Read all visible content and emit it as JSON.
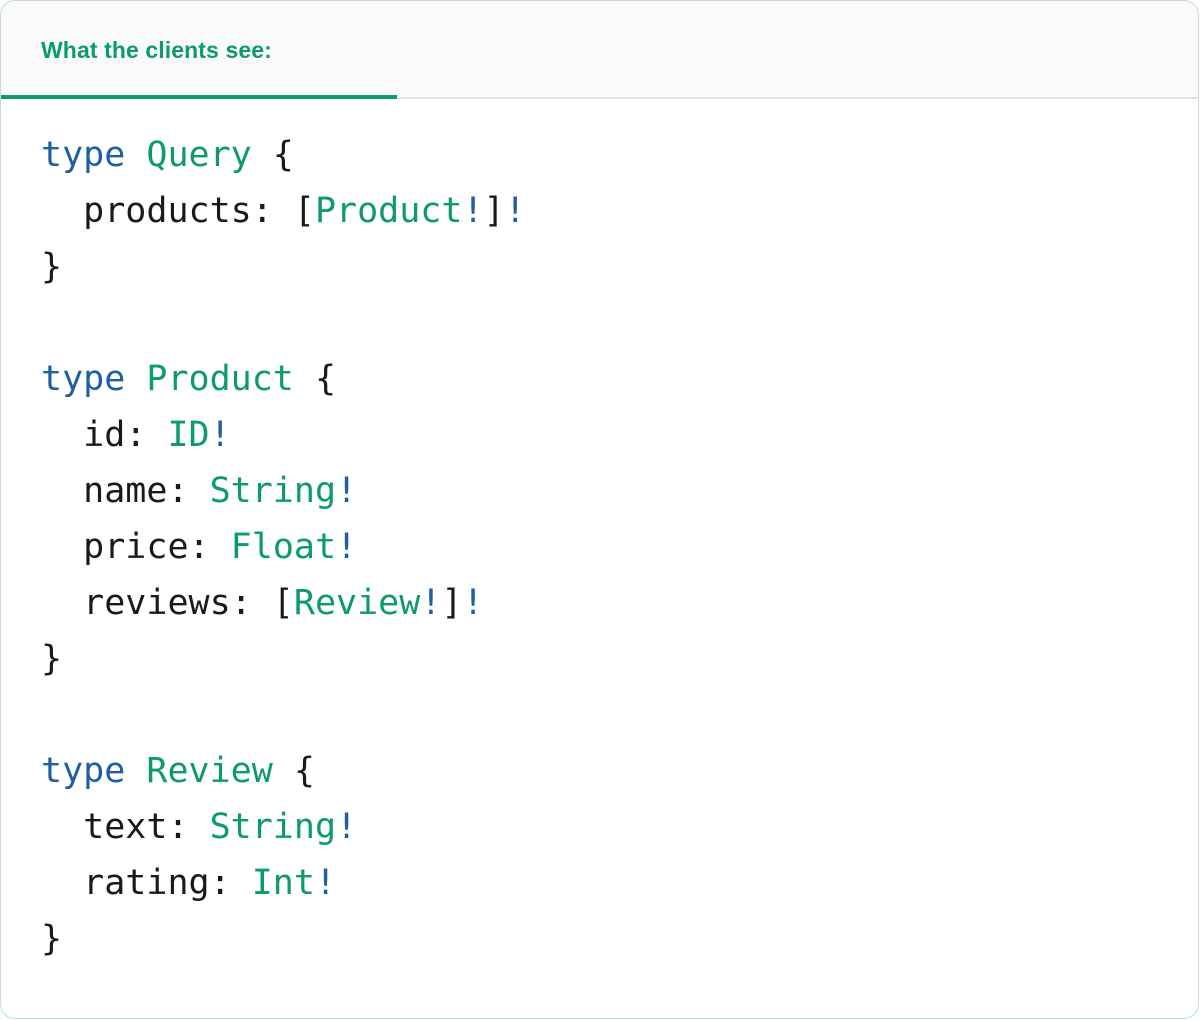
{
  "card": {
    "border_color": "#bfe0ce",
    "background": "#ffffff"
  },
  "tabs": {
    "active_index": 0,
    "items": [
      {
        "label": "What the clients see:"
      }
    ],
    "accent_color": "#0d9a6c",
    "divider_color": "#e4e4e4",
    "bar_background": "#fafafa"
  },
  "code": {
    "language": "graphql",
    "colors": {
      "keyword": "#1f5fa0",
      "type_name": "#0d9a6c",
      "non_null_bang": "#1f5fa0",
      "plain": "#1a1a1a"
    },
    "text": "type Query {\n  products: [Product!]!\n}\n\ntype Product {\n  id: ID!\n  name: String!\n  price: Float!\n  reviews: [Review!]!\n}\n\ntype Review {\n  text: String!\n  rating: Int!\n}",
    "lines": [
      {
        "indent": 0,
        "tokens": [
          {
            "t": "type",
            "c": "keyword"
          },
          {
            "t": " ",
            "c": "plain"
          },
          {
            "t": "Query",
            "c": "type_name"
          },
          {
            "t": " {",
            "c": "plain"
          }
        ]
      },
      {
        "indent": 2,
        "tokens": [
          {
            "t": "products: [",
            "c": "plain"
          },
          {
            "t": "Product",
            "c": "type_name"
          },
          {
            "t": "!",
            "c": "non_null_bang"
          },
          {
            "t": "]",
            "c": "plain"
          },
          {
            "t": "!",
            "c": "non_null_bang"
          }
        ]
      },
      {
        "indent": 0,
        "tokens": [
          {
            "t": "}",
            "c": "plain"
          }
        ]
      },
      {
        "indent": 0,
        "tokens": []
      },
      {
        "indent": 0,
        "tokens": [
          {
            "t": "type",
            "c": "keyword"
          },
          {
            "t": " ",
            "c": "plain"
          },
          {
            "t": "Product",
            "c": "type_name"
          },
          {
            "t": " {",
            "c": "plain"
          }
        ]
      },
      {
        "indent": 2,
        "tokens": [
          {
            "t": "id: ",
            "c": "plain"
          },
          {
            "t": "ID",
            "c": "type_name"
          },
          {
            "t": "!",
            "c": "non_null_bang"
          }
        ]
      },
      {
        "indent": 2,
        "tokens": [
          {
            "t": "name: ",
            "c": "plain"
          },
          {
            "t": "String",
            "c": "type_name"
          },
          {
            "t": "!",
            "c": "non_null_bang"
          }
        ]
      },
      {
        "indent": 2,
        "tokens": [
          {
            "t": "price: ",
            "c": "plain"
          },
          {
            "t": "Float",
            "c": "type_name"
          },
          {
            "t": "!",
            "c": "non_null_bang"
          }
        ]
      },
      {
        "indent": 2,
        "tokens": [
          {
            "t": "reviews: [",
            "c": "plain"
          },
          {
            "t": "Review",
            "c": "type_name"
          },
          {
            "t": "!",
            "c": "non_null_bang"
          },
          {
            "t": "]",
            "c": "plain"
          },
          {
            "t": "!",
            "c": "non_null_bang"
          }
        ]
      },
      {
        "indent": 0,
        "tokens": [
          {
            "t": "}",
            "c": "plain"
          }
        ]
      },
      {
        "indent": 0,
        "tokens": []
      },
      {
        "indent": 0,
        "tokens": [
          {
            "t": "type",
            "c": "keyword"
          },
          {
            "t": " ",
            "c": "plain"
          },
          {
            "t": "Review",
            "c": "type_name"
          },
          {
            "t": " {",
            "c": "plain"
          }
        ]
      },
      {
        "indent": 2,
        "tokens": [
          {
            "t": "text: ",
            "c": "plain"
          },
          {
            "t": "String",
            "c": "type_name"
          },
          {
            "t": "!",
            "c": "non_null_bang"
          }
        ]
      },
      {
        "indent": 2,
        "tokens": [
          {
            "t": "rating: ",
            "c": "plain"
          },
          {
            "t": "Int",
            "c": "type_name"
          },
          {
            "t": "!",
            "c": "non_null_bang"
          }
        ]
      },
      {
        "indent": 0,
        "tokens": [
          {
            "t": "}",
            "c": "plain"
          }
        ]
      }
    ]
  }
}
